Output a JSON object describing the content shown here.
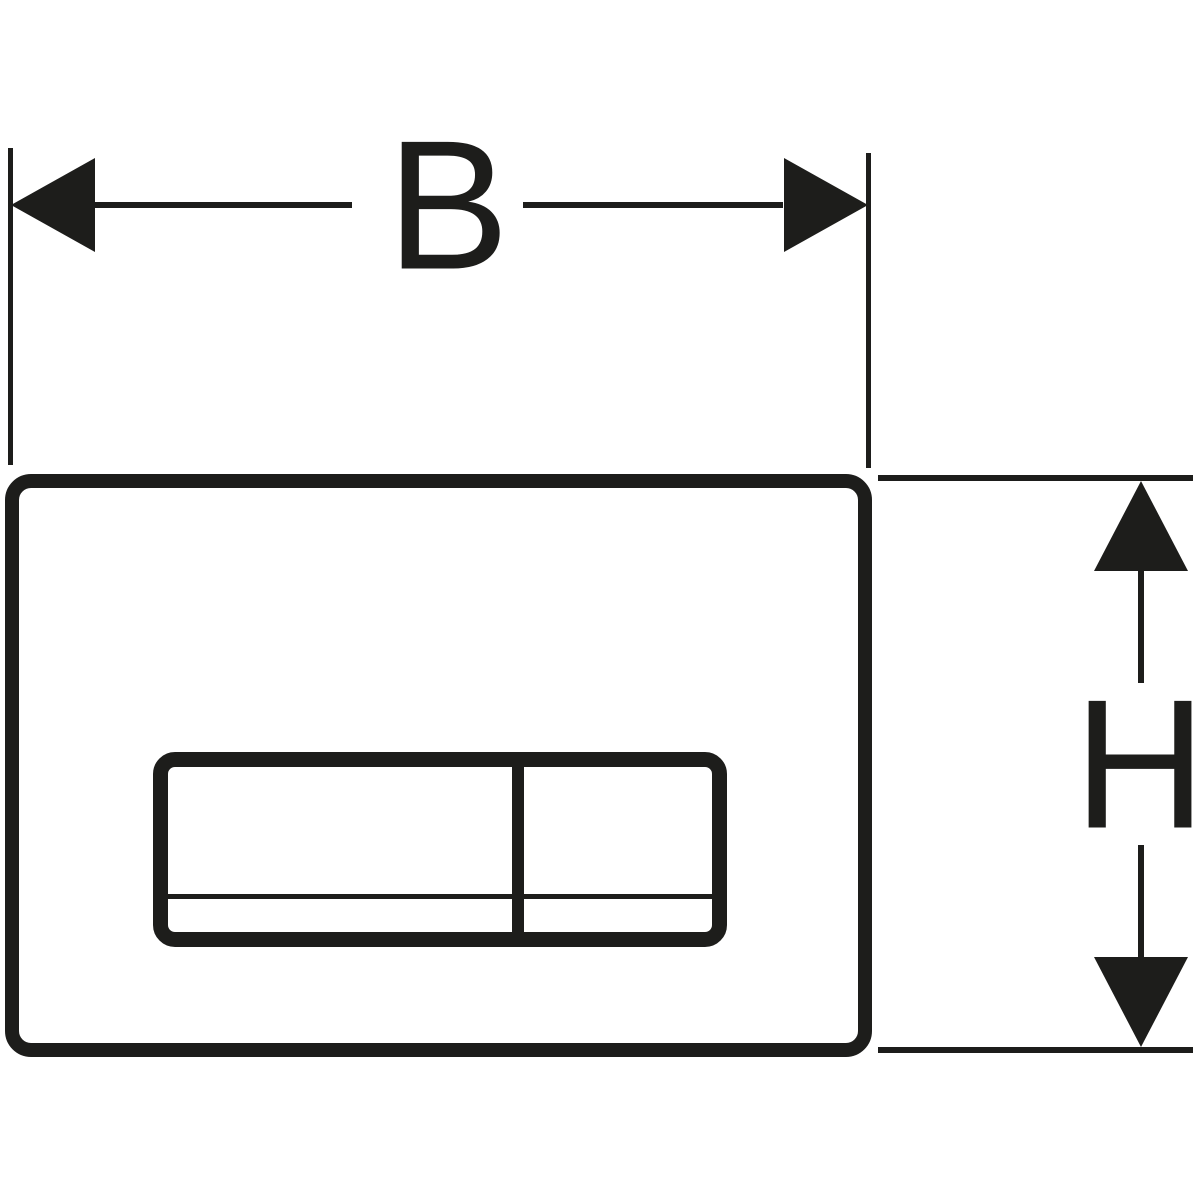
{
  "theme": {
    "bg": "#ffffff",
    "line": "#1d1d1b"
  },
  "diagram": {
    "type": "technical-dimension-drawing",
    "width_dimension": {
      "label": "B"
    },
    "height_dimension": {
      "label": "H"
    }
  }
}
